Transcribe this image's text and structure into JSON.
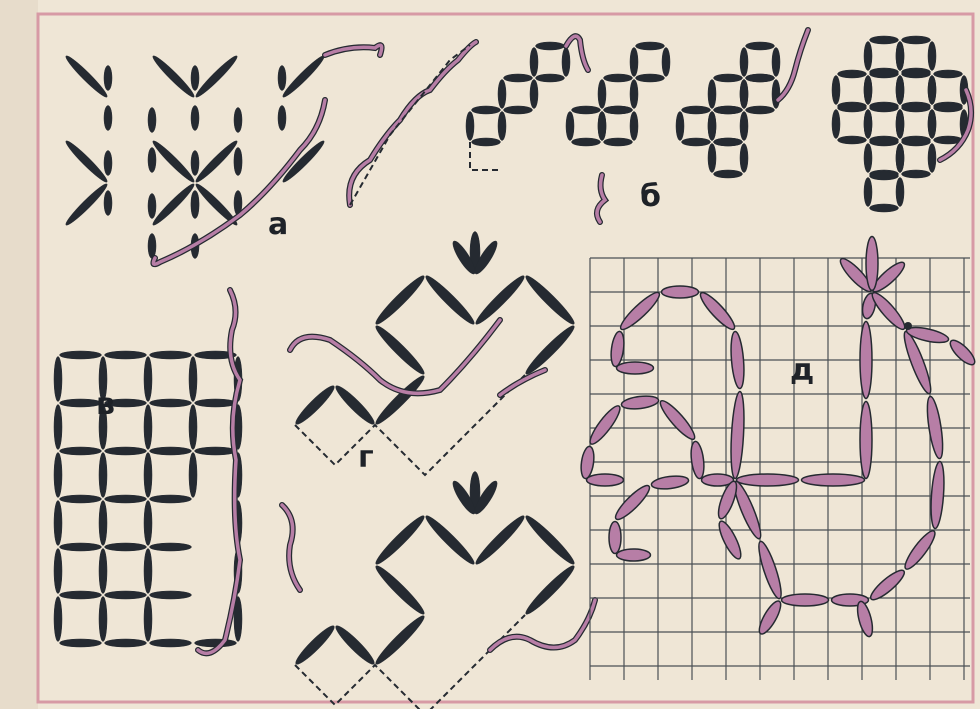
{
  "labels": {
    "a": "а",
    "b": "б",
    "v": "в",
    "g": "г",
    "d": "д"
  },
  "colors": {
    "paper": "#efe6d6",
    "border": "#d79aa5",
    "ink": "#252a31",
    "thread": "#b77ea6",
    "grid": "#4a4f55"
  }
}
